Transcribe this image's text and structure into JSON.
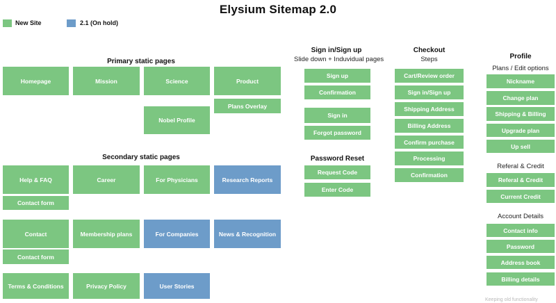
{
  "title": "Elysium Sitemap 2.0",
  "colors": {
    "green": "#7CC681",
    "blue": "#6D9CC9"
  },
  "legend": {
    "new_site": "New Site",
    "on_hold": "2.1 (On hold)"
  },
  "primary": {
    "header": "Primary static pages",
    "items": [
      "Homepage",
      "Mission",
      "Science",
      "Product",
      "Plans Overlay",
      "Nobel Profile"
    ]
  },
  "secondary": {
    "header": "Secondary static pages",
    "items": [
      "Help & FAQ",
      "Career",
      "For Physicians",
      "Research Reports",
      "Contact form",
      "Contact",
      "Membership plans",
      "For Companies",
      "News & Recognition",
      "Contact form",
      "Terms & Conditions",
      "Privacy Policy",
      "User Stories"
    ]
  },
  "signin": {
    "header": "Sign in/Sign up",
    "subheader": "Slide down + Induvidual pages",
    "items": [
      "Sign up",
      "Confirmation",
      "Sign in",
      "Forgot password"
    ]
  },
  "password_reset": {
    "header": "Password Reset",
    "items": [
      "Request Code",
      "Enter Code"
    ]
  },
  "checkout": {
    "header": "Checkout",
    "subheader": "Steps",
    "items": [
      "Cart/Review order",
      "Sign in/Sign up",
      "Shipping Address",
      "Billing Address",
      "Confirm purchase",
      "Processing",
      "Confirmation"
    ]
  },
  "profile": {
    "header": "Profile",
    "groups": [
      {
        "subheader": "Plans / Edit options",
        "items": [
          "Nickname",
          "Change plan",
          "Shipping & Billing",
          "Upgrade plan",
          "Up sell"
        ]
      },
      {
        "subheader": "Referal & Credit",
        "items": [
          "Referal & Credit",
          "Current Credit"
        ]
      },
      {
        "subheader": "Account Details",
        "items": [
          "Contact info",
          "Password",
          "Address book",
          "Billing details"
        ]
      }
    ]
  },
  "footnote": "Keeping old functionality"
}
